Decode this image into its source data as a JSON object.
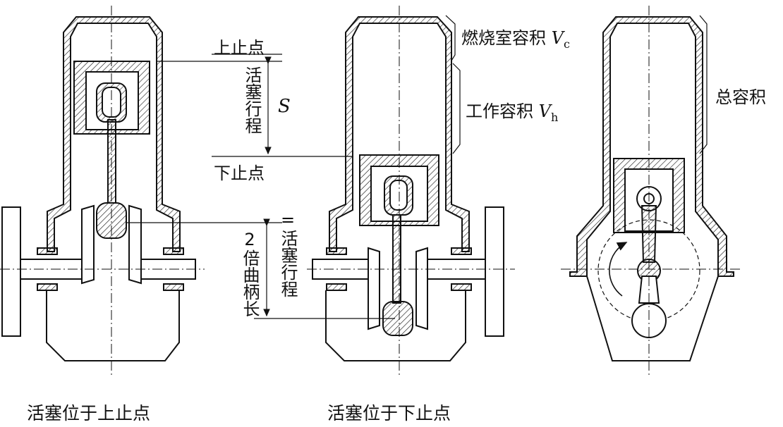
{
  "labels": {
    "tdc": "上止点",
    "bdc": "下止点",
    "stroke_vertical": "活塞行程",
    "stroke_symbol": "S",
    "two_crank": "2倍曲柄长",
    "eq_stroke": "=活塞行程",
    "combustion": "燃烧室容积",
    "combustion_sym": "V",
    "combustion_sub": "c",
    "working": "工作容积",
    "working_sym": "V",
    "working_sub": "h",
    "total": "总容积"
  },
  "captions": {
    "left": "活塞位于上止点",
    "middle": "活塞位于下止点"
  }
}
